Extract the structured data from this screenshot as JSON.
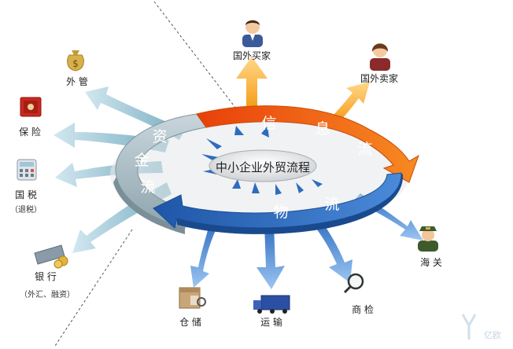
{
  "center": {
    "title": "中小企业外贸流程"
  },
  "rings": {
    "info": {
      "c1": "信",
      "c2": "息",
      "c3": "流"
    },
    "fund": {
      "c1": "资",
      "c2": "金",
      "c3": "流"
    },
    "goods": {
      "c1": "物",
      "c2": "流"
    }
  },
  "nodes": {
    "foreign_buyer": "国外买家",
    "foreign_seller": "国外卖家",
    "finance": "外 管",
    "insurance": "保 险",
    "tax": "国 税",
    "tax_note": "（退税）",
    "bank": "银 行",
    "bank_note": "（外汇、融资）",
    "customs": "海 关",
    "warehouse": "仓 储",
    "transport": "运 输",
    "inspection": "商 检"
  },
  "watermark": "亿欧",
  "colors": {
    "info_orange": "#f06a14",
    "fund_gray": "#9fb6bf",
    "goods_blue": "#2d6fc2",
    "up_arrow": "#f5a41a",
    "left_arrow": "#8fbfd0",
    "down_arrow": "#3a7fcf"
  },
  "icons": {
    "finance": "money-bag-icon",
    "insurance": "safe-icon",
    "tax": "calculator-icon",
    "bank": "bank-card-icon",
    "customs": "customs-officer-icon",
    "warehouse": "warehouse-box-icon",
    "transport": "truck-icon",
    "inspection": "magnifier-icon",
    "foreign_buyer": "businessman-icon",
    "foreign_seller": "businesswoman-icon"
  }
}
